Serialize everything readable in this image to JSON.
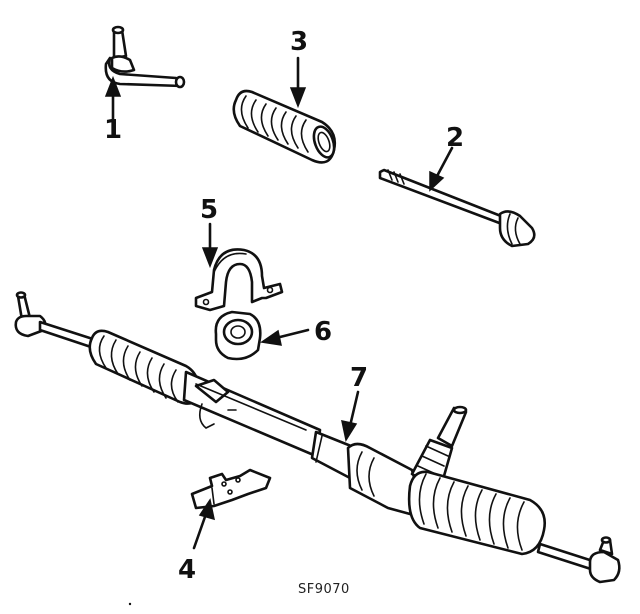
{
  "diagram": {
    "callouts": [
      {
        "id": "1",
        "label": "1"
      },
      {
        "id": "2",
        "label": "2"
      },
      {
        "id": "3",
        "label": "3"
      },
      {
        "id": "4",
        "label": "4"
      },
      {
        "id": "5",
        "label": "5"
      },
      {
        "id": "6",
        "label": "6"
      },
      {
        "id": "7",
        "label": "7"
      }
    ],
    "figure_code": "SF9070"
  }
}
